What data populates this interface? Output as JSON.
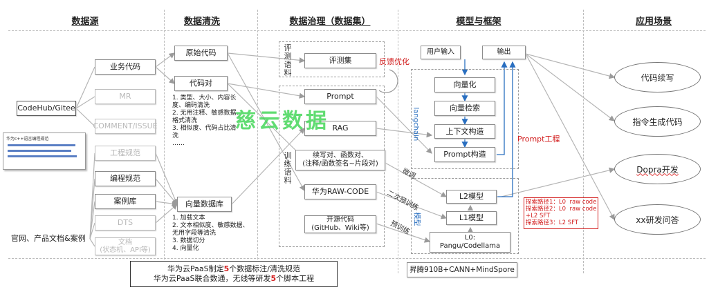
{
  "headers": {
    "data_source": "数据源",
    "data_cleaning": "数据清洗",
    "data_governance": "数据治理（数据集）",
    "model_framework": "模型与框架",
    "application": "应用场景"
  },
  "data_source": {
    "codehub": "CodeHub/Gitee",
    "business_code": "业务代码",
    "mr": "MR",
    "comment_issue": "COMMENT/ISSUE",
    "eng_spec": "工程规范",
    "coding_spec": "编程规范",
    "case_lib": "案例库",
    "dts": "DTS",
    "docs": "文档\n(状态机、API等)",
    "official_site": "官网、产品文档&案例",
    "thumb_title": "华为c++语言编程规范"
  },
  "data_cleaning": {
    "raw_code": "原始代码",
    "code_pair": "代码对",
    "code_pair_notes": "1. 类型、大小、内容长\n度、编码清洗\n2. 无用注释、敏感数据、\n格式清洗\n3. 相似度、代码占比清\n洗\n……",
    "vector_db": "向量数据库",
    "vector_db_notes": "1. 加载文本\n2. 文本相似度、敏感数据、\n无用字段等清洗\n3. 数据切分\n4. 向量化"
  },
  "data_governance": {
    "eval_label": "评测语料",
    "eval_set": "评测集",
    "feedback": "反馈优化",
    "train_label": "训练语料",
    "prompt": "Prompt",
    "rag": "RAG",
    "continuation": "续写对、函数对、\n(注释/函数签名~片段对)",
    "raw_code": "华为RAW-CODE",
    "open_source": "开源代码\n(GitHub、Wiki等)"
  },
  "model": {
    "user_input": "用户输入",
    "output": "输出",
    "vectorize": "向量化",
    "vector_search": "向量检索",
    "context": "上下文构造",
    "prompt_construct": "Prompt构造",
    "langchain": "langchain",
    "fine_tune": "微调",
    "secondary_pretrain": "二次预训练",
    "pretrain": "预训练",
    "models_label": "模型",
    "l2": "L2模型",
    "l1": "L1模型",
    "l0": "L0:\nPangu/Codellama",
    "prompt_engineering": "Prompt工程",
    "red_note": "探索路径1：L0  raw code\n探索路径2：L0  raw code\n+L2 SFT\n探索路径3：L2 SFT",
    "hardware": "昇腾910B+CANN+MindSpore"
  },
  "application": {
    "code_continuation": "代码续写",
    "instruction_gen": "指令生成代码",
    "dopra": "Dopra开发",
    "xx_qa": "xx研发问答"
  },
  "footer": {
    "line1_a": "华为云PaaS制定",
    "line1_num": "5",
    "line1_b": "个数据标注/清洗规范",
    "line2_a": "华为云PaaS联合数通，无线等研发",
    "line2_num": "5",
    "line2_b": "个脚本工程"
  },
  "watermark": "慈云数据",
  "colors": {
    "accent_red": "#d21c1c",
    "accent_blue": "#2a6fc0",
    "watermark_green": "#46d65a"
  }
}
